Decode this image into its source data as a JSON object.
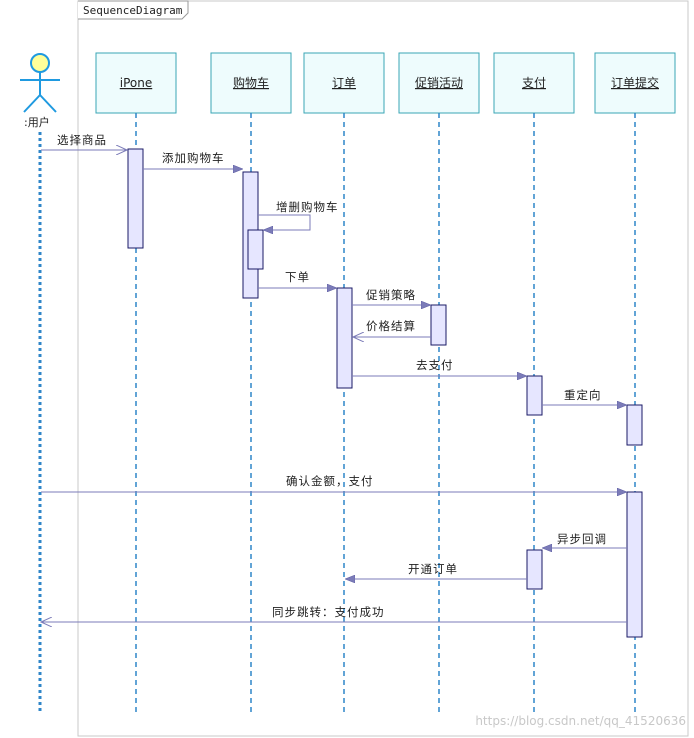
{
  "frame": {
    "title": "SequenceDiagram"
  },
  "actor": {
    "label": ":用户",
    "icon": "stick-figure-actor-icon"
  },
  "lifelines": [
    {
      "id": "iphone",
      "label": "iPone"
    },
    {
      "id": "cart",
      "label": "购物车"
    },
    {
      "id": "order",
      "label": "订单"
    },
    {
      "id": "promo",
      "label": "促销活动"
    },
    {
      "id": "pay",
      "label": "支付"
    },
    {
      "id": "submit",
      "label": "订单提交"
    }
  ],
  "messages": [
    {
      "id": "m1",
      "label": "选择商品",
      "from": "user",
      "to": "iphone"
    },
    {
      "id": "m2",
      "label": "添加购物车",
      "from": "iphone",
      "to": "cart"
    },
    {
      "id": "m3",
      "label": "增删购物车",
      "from": "cart",
      "to": "cart"
    },
    {
      "id": "m4",
      "label": "下单",
      "from": "cart",
      "to": "order"
    },
    {
      "id": "m5",
      "label": "促销策略",
      "from": "order",
      "to": "promo"
    },
    {
      "id": "m6",
      "label": "价格结算",
      "from": "promo",
      "to": "order"
    },
    {
      "id": "m7",
      "label": "去支付",
      "from": "order",
      "to": "pay"
    },
    {
      "id": "m8",
      "label": "重定向",
      "from": "pay",
      "to": "submit"
    },
    {
      "id": "m9",
      "label": "确认金额，支付",
      "from": "user",
      "to": "submit"
    },
    {
      "id": "m10",
      "label": "异步回调",
      "from": "submit",
      "to": "pay"
    },
    {
      "id": "m11",
      "label": "开通订单",
      "from": "pay",
      "to": "order"
    },
    {
      "id": "m12",
      "label": "同步跳转：支付成功",
      "from": "submit",
      "to": "user"
    }
  ],
  "watermark": "https://blog.csdn.net/qq_41520636",
  "colors": {
    "lifeline_box_fill": "#eefcfd",
    "lifeline_box_stroke": "#3aa6b5",
    "lifeline_dash": "#2f86c8",
    "activation_fill": "#e6e6ff",
    "activation_stroke": "#1a1a66",
    "message_line": "#7b7bb8",
    "actor_head_fill": "#ffff99",
    "actor_stroke": "#1f9ae0"
  }
}
